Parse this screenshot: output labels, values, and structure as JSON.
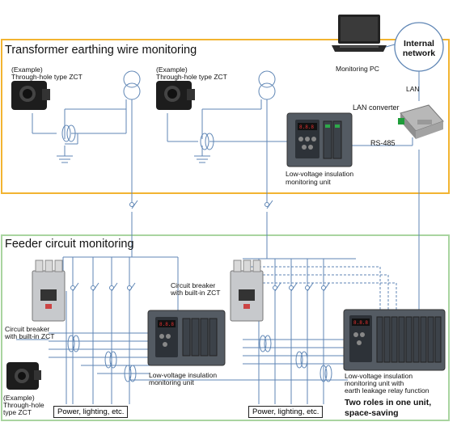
{
  "sections": {
    "transformer_title": "Transformer earthing wire monitoring",
    "feeder_title": "Feeder circuit monitoring"
  },
  "network": {
    "internet": "Internal network",
    "pc": "Monitoring PC",
    "lan": "LAN",
    "converter": "LAN converter",
    "rs485": "RS-485"
  },
  "labels": {
    "zct_example_1": "(Example)",
    "zct_type_1": "Through-hole type ZCT",
    "zct_example_2": "(Example)",
    "zct_type_2": "Through-hole type ZCT",
    "unit_top_1": "Low-voltage insulation",
    "unit_top_2": "monitoring unit",
    "breaker_zct_a_1": "Circuit breaker",
    "breaker_zct_a_2": "with built-in ZCT",
    "breaker_zct_b_1": "Circuit breaker",
    "breaker_zct_b_2": "with built-in ZCT",
    "unit_mid_1": "Low-voltage insulation",
    "unit_mid_2": "monitoring unit",
    "unit_right_1": "Low-voltage insulation",
    "unit_right_2": "monitoring unit with",
    "unit_right_3": "earth leakage relay function",
    "zct_example_3": "(Example)",
    "zct_type_3a": "Through-hole",
    "zct_type_3b": "type ZCT",
    "loads_1": "Power, lighting, etc.",
    "loads_2": "Power, lighting, etc.",
    "tagline_1": "Two roles in one unit,",
    "tagline_2": "space-saving"
  },
  "colors": {
    "top_border": "#f2b431",
    "bottom_border": "#a9d4a0",
    "wire": "#5f86b5"
  }
}
